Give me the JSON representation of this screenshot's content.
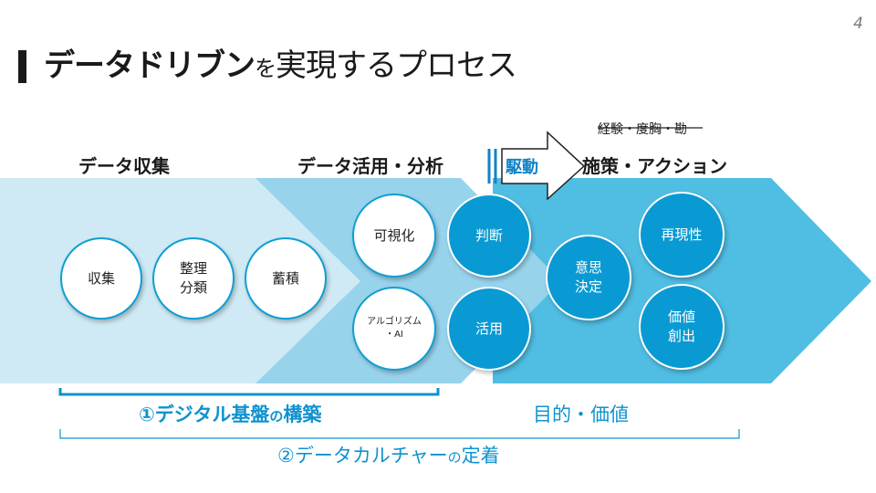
{
  "page_number": "4",
  "title": {
    "part1": "データドリブン",
    "part2": "を",
    "part3": "実現するプロセス"
  },
  "stages": {
    "collect": "データ収集",
    "analyze": "データ活用・分析",
    "action": "施策・アクション"
  },
  "driver": {
    "label": "駆動",
    "note": "経験・度胸・勘"
  },
  "circles": {
    "collect": "収集",
    "organize_line1": "整理",
    "organize_line2": "分類",
    "store": "蓄積",
    "visualize": "可視化",
    "judge": "判断",
    "algorithm_line1": "アルゴリズム",
    "algorithm_line2": "・AI",
    "utilize": "活用",
    "decision_line1": "意思",
    "decision_line2": "決定",
    "reproducibility": "再現性",
    "value_line1": "価値",
    "value_line2": "創出"
  },
  "bottom": {
    "digital_main": "①デジタル基盤",
    "digital_particle": "の",
    "digital_end": "構築",
    "purpose": "目的・価値",
    "culture_main": "②データカルチャー",
    "culture_particle": "の",
    "culture_end": "定着"
  },
  "colors": {
    "band_light": "#cfeaf5",
    "band_mid": "#98d3ec",
    "band_dark": "#50bde3",
    "circle_blue": "#0a9ad3",
    "accent_text": "#1092cf"
  }
}
